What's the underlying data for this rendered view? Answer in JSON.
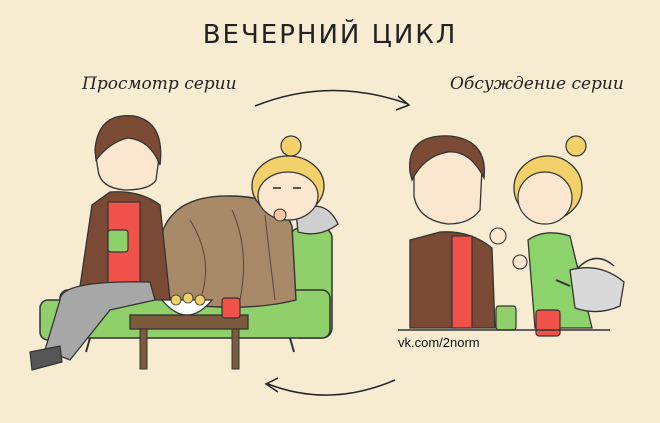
{
  "title": "ВЕЧЕРНИЙ ЦИКЛ",
  "left_caption": "Просмотр серии",
  "right_caption": "Обсуждение серии",
  "watermark": "vk.com/2norm",
  "colors": {
    "background": "#f7ecd2",
    "sofa": "#8fd06a",
    "blanket": "#a88a69",
    "red_shirt": "#f0524a",
    "hair_brown": "#7a4a34",
    "hair_blonde": "#f2d16a",
    "green_sweater": "#8cd36b",
    "pants_gray": "#a7a7a7"
  }
}
